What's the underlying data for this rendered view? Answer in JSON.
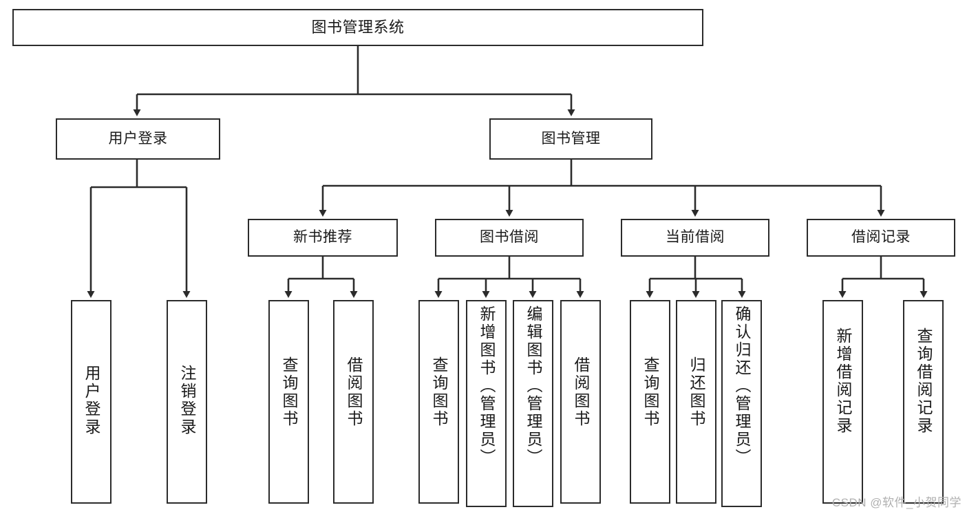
{
  "diagram": {
    "title": "图书管理系统",
    "type": "tree-hierarchy",
    "colors": {
      "box_border": "#2b2b2b",
      "box_fill": "#ffffff",
      "line": "#2b2b2b",
      "text": "#1a1a1a",
      "watermark": "#b0b0b0"
    },
    "nodes": {
      "root": "图书管理系统",
      "user_login": "用户登录",
      "book_manage": "图书管理",
      "new_book_rec": "新书推荐",
      "book_borrow": "图书借阅",
      "current_borrow": "当前借阅",
      "borrow_record": "借阅记录",
      "leaf_user_login": "用户登录",
      "leaf_logout": "注销登录",
      "leaf_query_book_1": "查询图书",
      "leaf_borrow_book_1": "借阅图书",
      "leaf_query_book_2": "查询图书",
      "leaf_add_book_admin": "新增图书（管理员）",
      "leaf_edit_book_admin": "编辑图书（管理员）",
      "leaf_borrow_book_2": "借阅图书",
      "leaf_query_book_3": "查询图书",
      "leaf_return_book": "归还图书",
      "leaf_confirm_return_admin": "确认归还（管理员）",
      "leaf_add_borrow_record": "新增借阅记录",
      "leaf_query_borrow_record": "查询借阅记录"
    }
  },
  "watermark": {
    "text": "CSDN @软件_小贺同学"
  }
}
